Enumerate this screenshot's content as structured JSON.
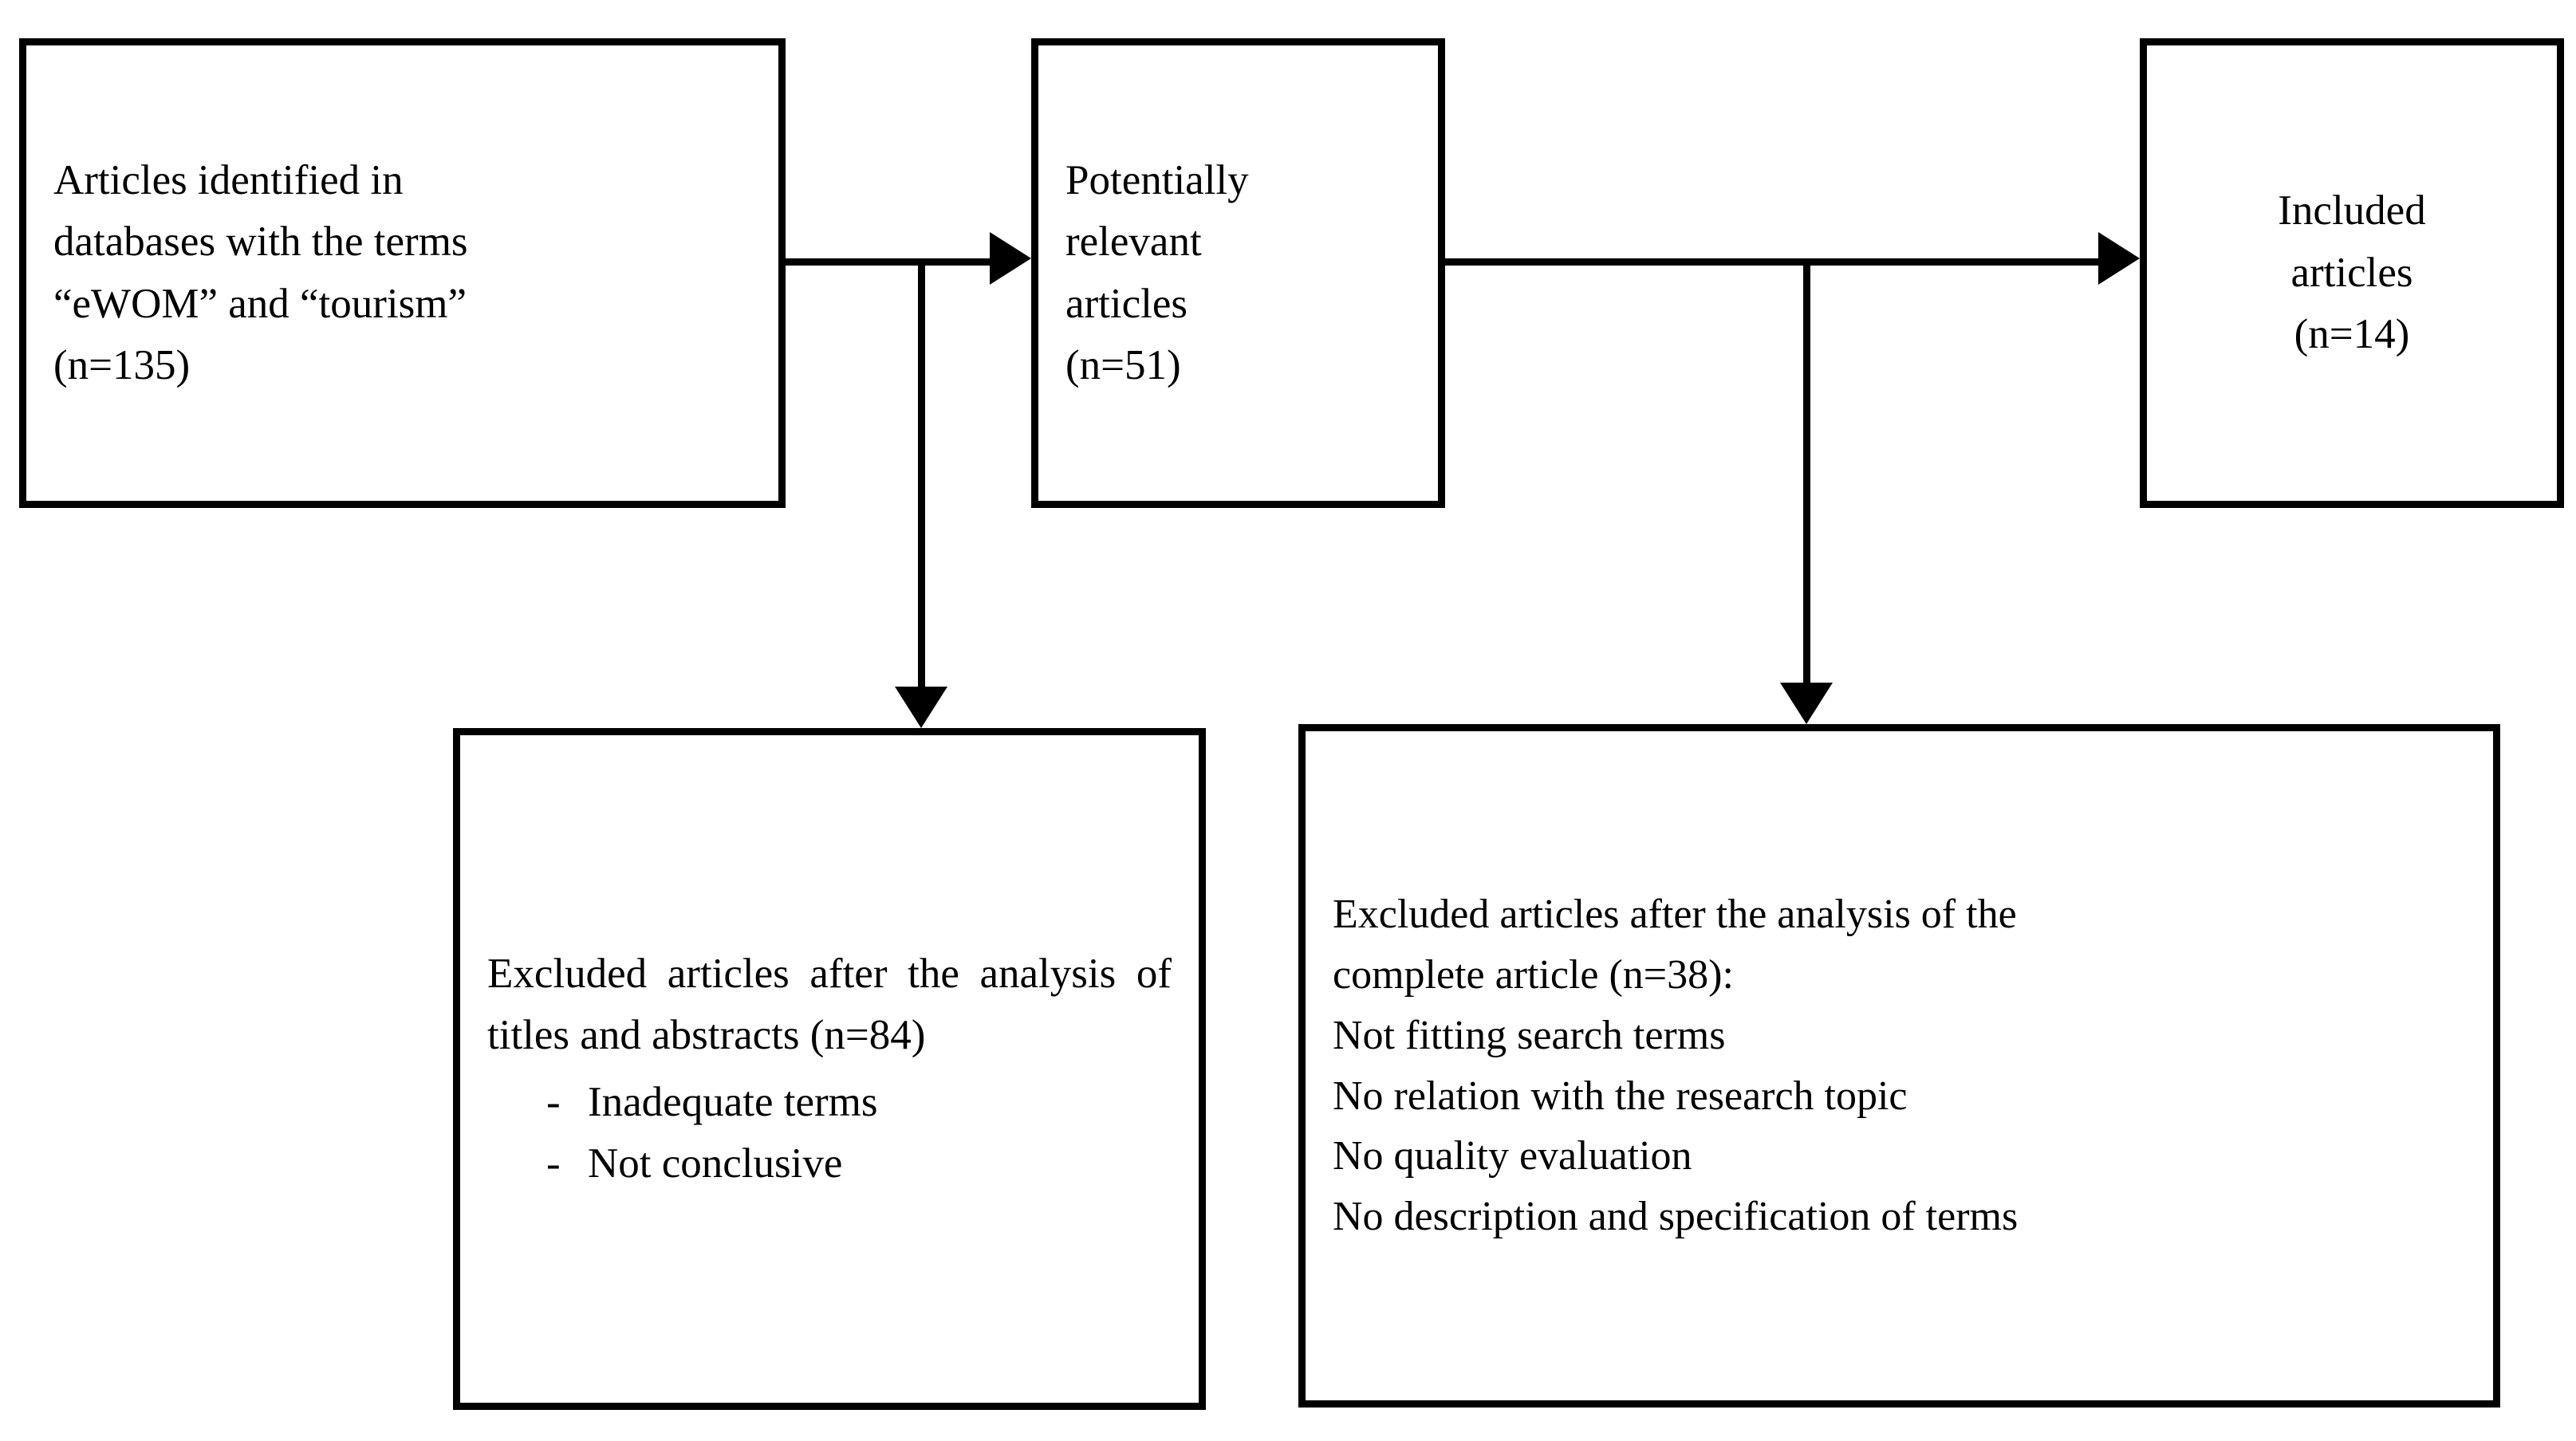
{
  "diagram": {
    "type": "flowchart",
    "title": "PRISMA-style article selection flow diagram",
    "background_color": "#ffffff",
    "stroke_color": "#000000",
    "nodes": [
      {
        "id": "identified",
        "name": "articles-identified-box",
        "align": "left",
        "lines": [
          "Articles identified in",
          "databases with the terms",
          "“eWOM” and “tourism”",
          "(n=135)"
        ],
        "count_label": "(n=135)",
        "count": 135
      },
      {
        "id": "potentially_relevant",
        "name": "potentially-relevant-box",
        "align": "left",
        "lines": [
          "Potentially",
          "relevant",
          "articles",
          "(n=51)"
        ],
        "count_label": "(n=51)",
        "count": 51
      },
      {
        "id": "included",
        "name": "included-articles-box",
        "align": "center",
        "lines": [
          "Included",
          "articles",
          "(n=14)"
        ],
        "count_label": "(n=14)",
        "count": 14
      },
      {
        "id": "excluded_titles_abstracts",
        "name": "excluded-titles-abstracts-box",
        "align": "justify",
        "paragraph": "Excluded articles after the analysis of titles and abstracts (n=84)",
        "count_label": "(n=84)",
        "count": 84,
        "bullet_marker": "-",
        "bullets": [
          "Inadequate terms",
          "Not conclusive"
        ]
      },
      {
        "id": "excluded_complete_article",
        "name": "excluded-complete-article-box",
        "align": "left",
        "heading_lines": [
          "Excluded articles after the analysis of the",
          "complete article (n=38):"
        ],
        "count_label": "(n=38)",
        "count": 38,
        "reasons": [
          "Not fitting search terms",
          "No relation with the research topic",
          "No quality evaluation",
          "No description and specification of terms"
        ]
      }
    ],
    "connectors": [
      {
        "name": "identified-to-potentially-relevant",
        "from": "identified",
        "to": "potentially_relevant",
        "orientation": "horizontal",
        "arrowhead": "right"
      },
      {
        "name": "branch-to-excluded-titles-abstracts",
        "from": "identified",
        "to": "excluded_titles_abstracts",
        "orientation": "vertical",
        "arrowhead": "down"
      },
      {
        "name": "potentially-relevant-to-included",
        "from": "potentially_relevant",
        "to": "included",
        "orientation": "horizontal",
        "arrowhead": "right"
      },
      {
        "name": "branch-to-excluded-complete-article",
        "from": "potentially_relevant",
        "to": "excluded_complete_article",
        "orientation": "vertical",
        "arrowhead": "down"
      }
    ]
  }
}
